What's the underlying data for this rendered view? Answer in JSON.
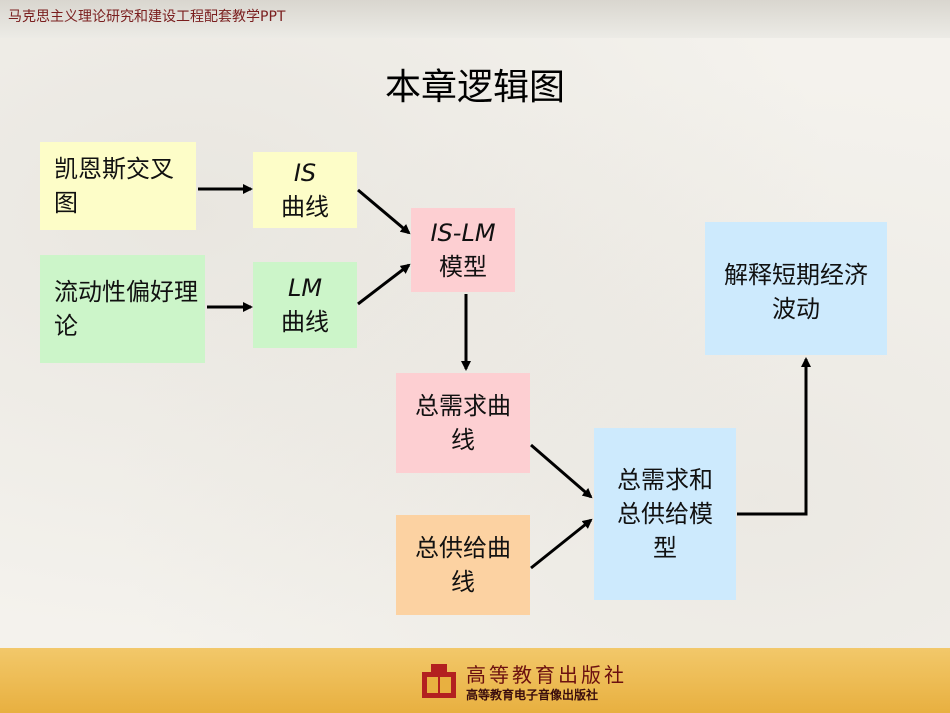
{
  "header": {
    "label": "马克思主义理论研究和建设工程配套教学PPT"
  },
  "title": "本章逻辑图",
  "nodes": {
    "keynes_cross": {
      "text": "凯恩斯交叉图"
    },
    "liquidity": {
      "text": "流动性偏好理论"
    },
    "is_curve": {
      "line1": "IS",
      "line2": "曲线"
    },
    "lm_curve": {
      "line1": "LM",
      "line2": "曲线"
    },
    "islm_model": {
      "line1": "IS-LM",
      "line2": "模型"
    },
    "ad_curve": {
      "text": "总需求曲线"
    },
    "as_curve": {
      "text": "总供给曲线"
    },
    "adas_model": {
      "text": "总需求和总供给模型"
    },
    "explain": {
      "text": "解释短期经济波动"
    }
  },
  "footer": {
    "publisher": "高等教育出版社",
    "publisher_sub": "高等教育电子音像出版社"
  },
  "colors": {
    "yellow": "#fdfdc8",
    "green": "#ccf5c9",
    "pink": "#fdcfd2",
    "orange": "#fcd2a2",
    "blue": "#cdeafd",
    "footer": "#e8b040",
    "header_text": "#7a1e1e"
  }
}
